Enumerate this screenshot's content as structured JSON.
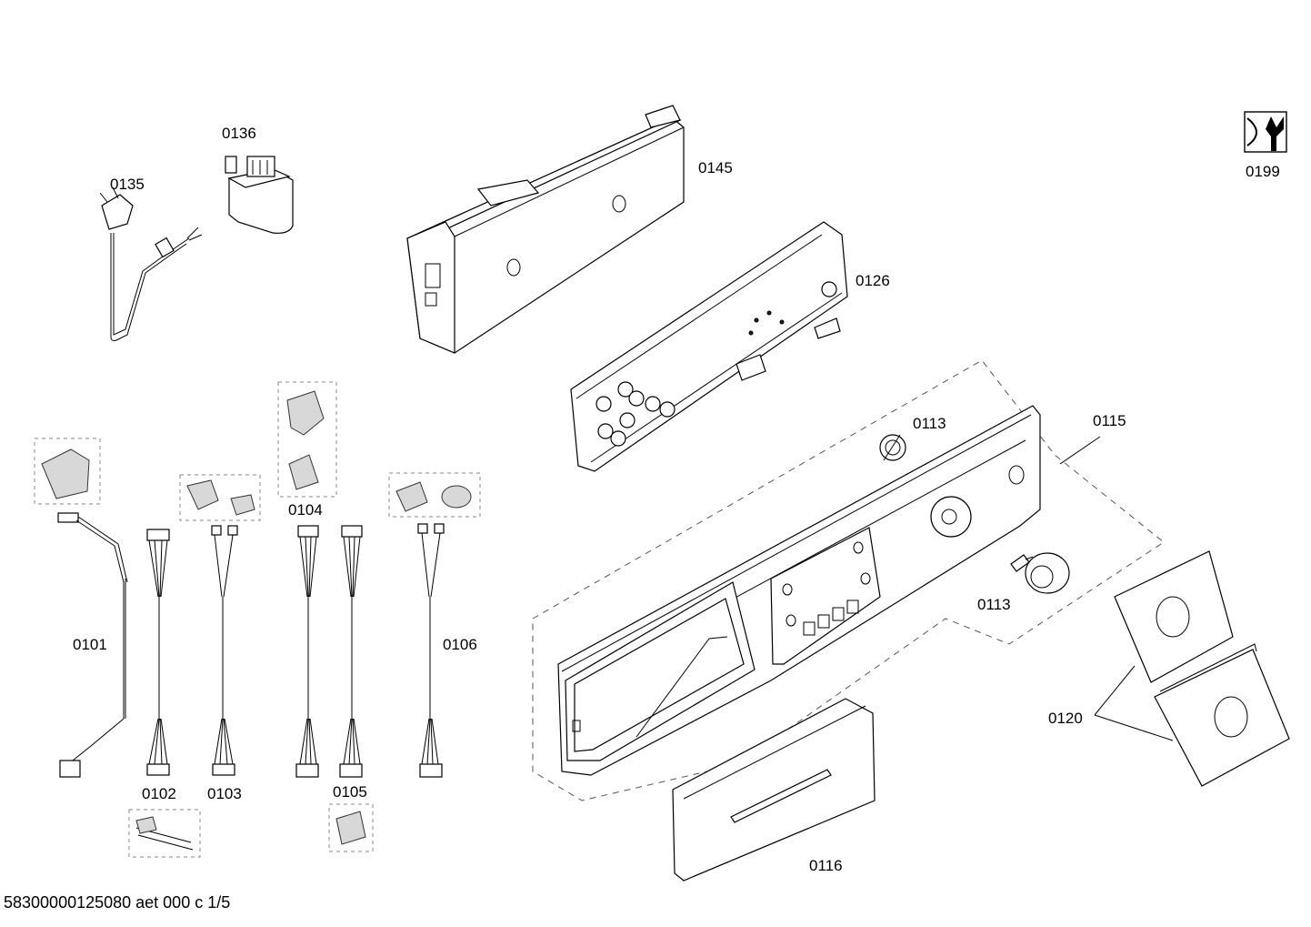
{
  "diagram": {
    "footer_text": "58300000125080 aet 000 c 1/5",
    "parts": {
      "p0135": "0135",
      "p0136": "0136",
      "p0145": "0145",
      "p0126": "0126",
      "p0199": "0199",
      "p0113a": "0113",
      "p0113b": "0113",
      "p0115": "0115",
      "p0120": "0120",
      "p0116": "0116",
      "p0101": "0101",
      "p0102": "0102",
      "p0103": "0103",
      "p0104": "0104",
      "p0105": "0105",
      "p0106": "0106"
    }
  }
}
